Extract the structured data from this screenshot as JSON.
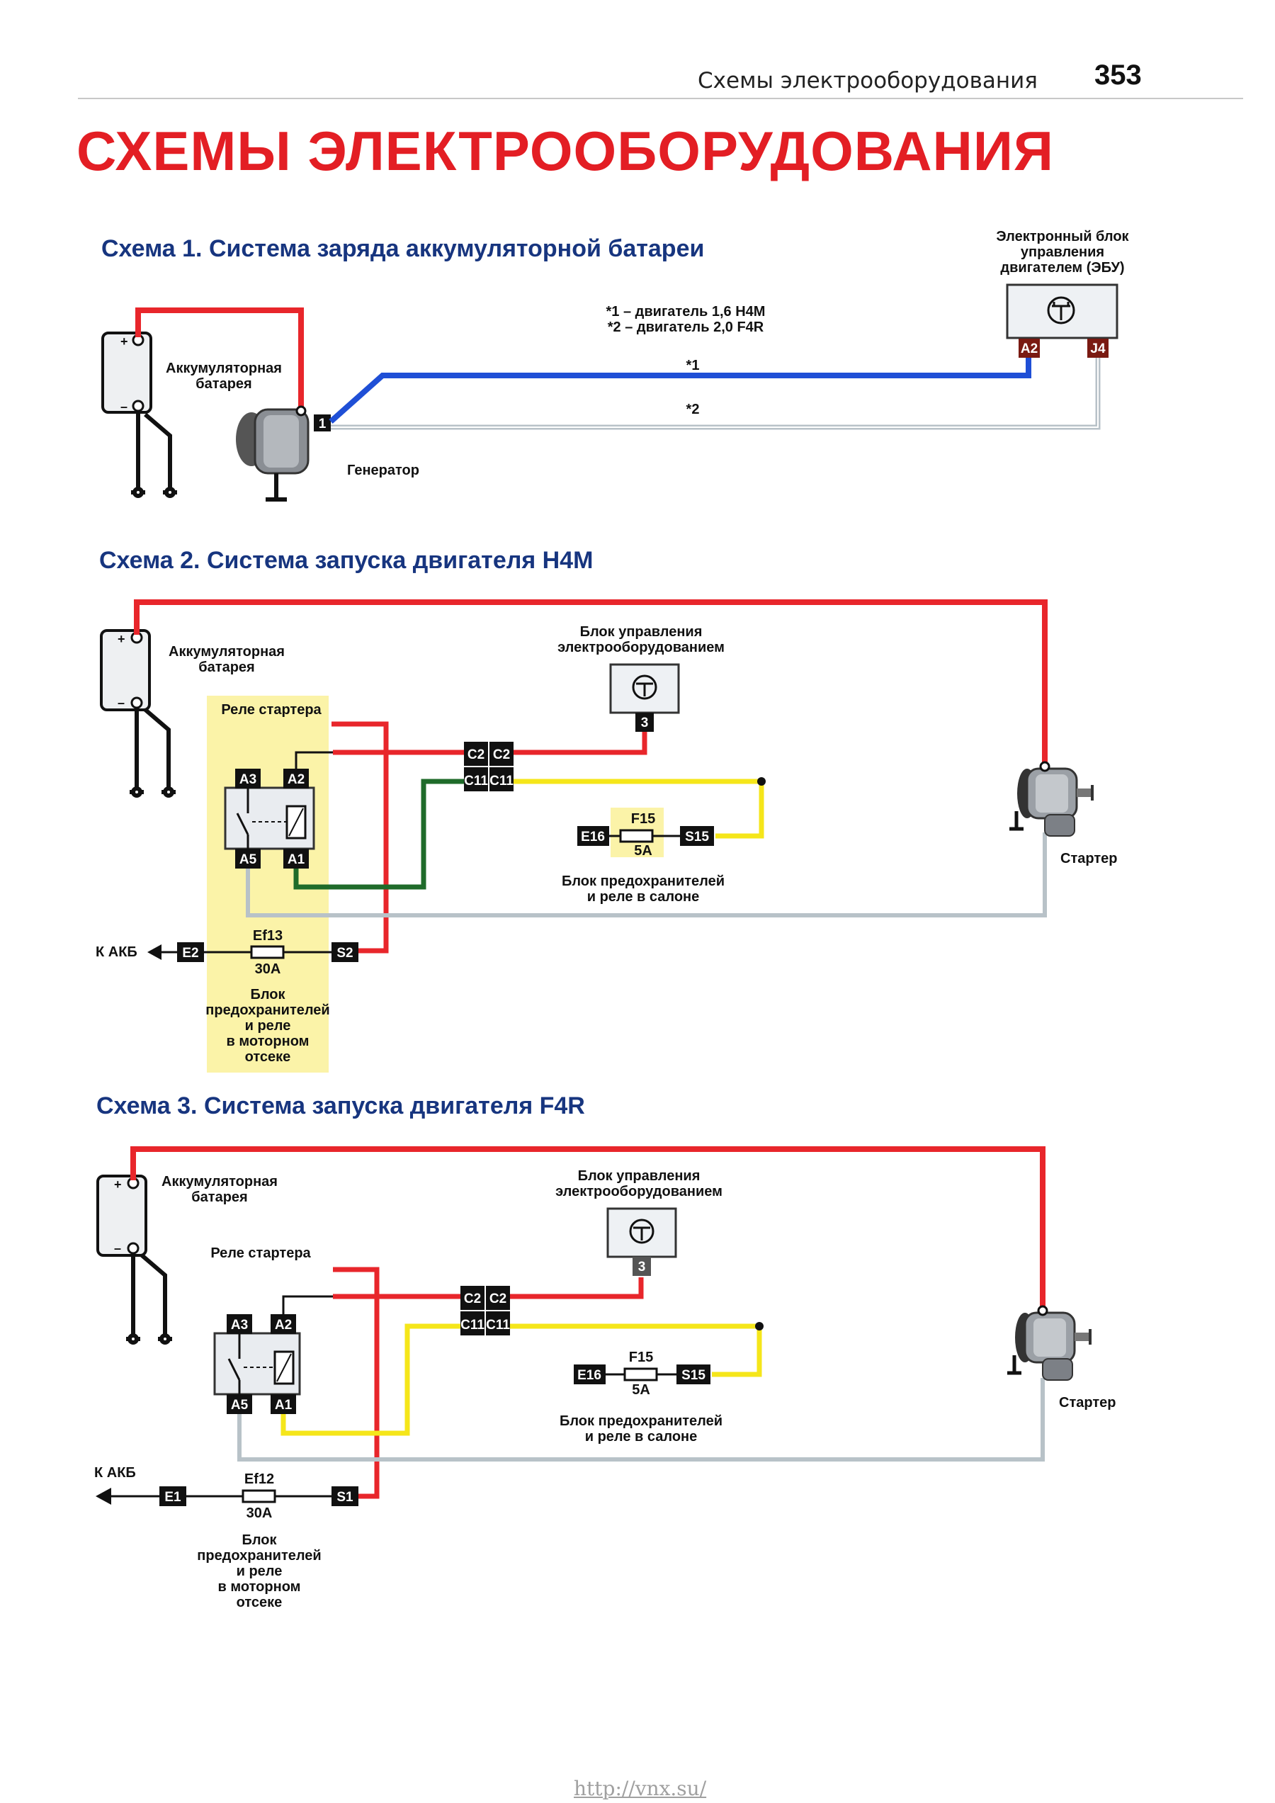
{
  "header": {
    "section_title": "Схемы электрооборудования",
    "page_number": "353"
  },
  "title": "СХЕМЫ ЭЛЕКТРООБОРУДОВАНИЯ",
  "schemes": [
    {
      "title": "Схема 1. Система заряда аккумуляторной батареи",
      "battery": [
        "Аккумуляторная",
        "батарея"
      ],
      "generator": "Генератор",
      "generator_pin": "1",
      "ecu": [
        "Электронный блок",
        "управления",
        "двигателем (ЭБУ)"
      ],
      "ecu_pins": [
        "A2",
        "J4"
      ],
      "notes": [
        "*1 – двигатель 1,6 H4M",
        "*2 – двигатель 2,0 F4R"
      ],
      "wire_marks": [
        "*1",
        "*2"
      ]
    },
    {
      "title": "Схема 2. Система запуска двигателя H4M",
      "battery": [
        "Аккумуляторная",
        "батарея"
      ],
      "relay": "Реле стартера",
      "relay_pins": [
        "A3",
        "A2",
        "A5",
        "A1"
      ],
      "control_unit": [
        "Блок управления",
        "электрооборудованием"
      ],
      "control_pin": "3",
      "connectors": [
        "C2",
        "C2",
        "C11",
        "C11"
      ],
      "fuse_cabin": {
        "name": "F15",
        "rating": "5A",
        "pin_left": "E16",
        "pin_right": "S15"
      },
      "cabin_block": [
        "Блок предохранителей",
        "и реле в салоне"
      ],
      "to_battery": "К АКБ",
      "fuse_engine": {
        "name": "Ef13",
        "rating": "30A",
        "pin_left": "E2",
        "pin_right": "S2"
      },
      "engine_block": [
        "Блок",
        "предохранителей",
        "и реле",
        "в моторном",
        "отсеке"
      ],
      "starter": "Стартер"
    },
    {
      "title": "Схема 3. Система запуска двигателя F4R",
      "battery": [
        "Аккумуляторная",
        "батарея"
      ],
      "relay": "Реле стартера",
      "relay_pins": [
        "A3",
        "A2",
        "A5",
        "A1"
      ],
      "control_unit": [
        "Блок управления",
        "электрооборудованием"
      ],
      "control_pin": "3",
      "connectors": [
        "C2",
        "C2",
        "C11",
        "C11"
      ],
      "fuse_cabin": {
        "name": "F15",
        "rating": "5A",
        "pin_left": "E16",
        "pin_right": "S15"
      },
      "cabin_block": [
        "Блок предохранителей",
        "и реле в салоне"
      ],
      "to_battery": "К АКБ",
      "fuse_engine": {
        "name": "Ef12",
        "rating": "30A",
        "pin_left": "E1",
        "pin_right": "S1"
      },
      "engine_block": [
        "Блок",
        "предохранителей",
        "и реле",
        "в моторном",
        "отсеке"
      ],
      "starter": "Стартер"
    }
  ],
  "footer": "http://vnx.su/",
  "colors": {
    "title_red": "#e31e24",
    "heading_blue": "#17357f",
    "wire_red": "#e8262b",
    "wire_blue": "#1f4fd6",
    "wire_yellow": "#f5e61a",
    "wire_green": "#1f6b2a",
    "wire_gray": "#b8c2c8",
    "highlight": "#fbf3a8"
  }
}
